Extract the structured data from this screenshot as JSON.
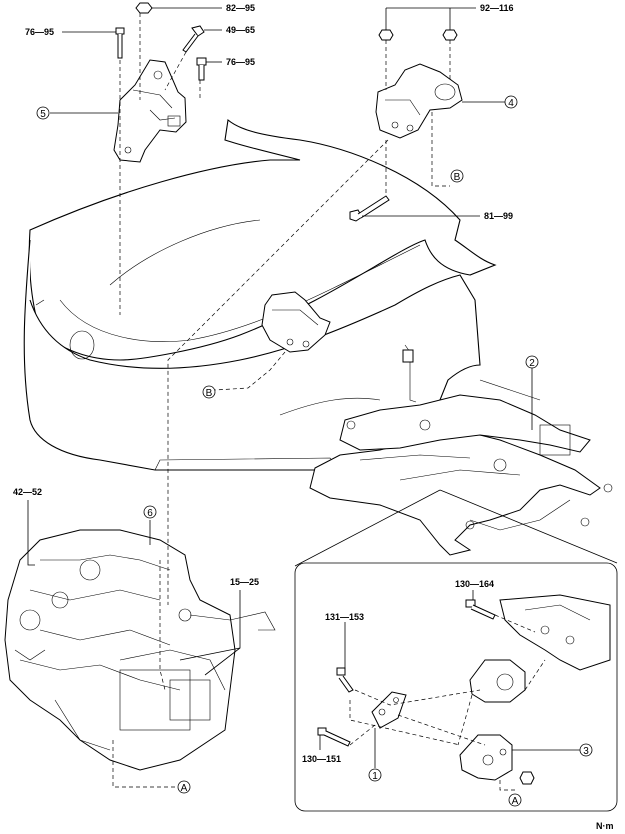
{
  "torque_labels": {
    "t76_95_left": "76—95",
    "t82_95": "82—95",
    "t49_65": "49—65",
    "t76_95_right": "76—95",
    "t92_116": "92—116",
    "t81_99": "81—99",
    "t42_52": "42—52",
    "t15_25": "15—25",
    "t130_164": "130—164",
    "t131_153": "131—153",
    "t130_151": "130—151"
  },
  "callouts": {
    "c1": "1",
    "c2": "2",
    "c3": "3",
    "c4": "4",
    "c5": "5",
    "c6": "6",
    "cA1": "A",
    "cA2": "A",
    "cB1": "B",
    "cB2": "B"
  },
  "unit": "N·m"
}
